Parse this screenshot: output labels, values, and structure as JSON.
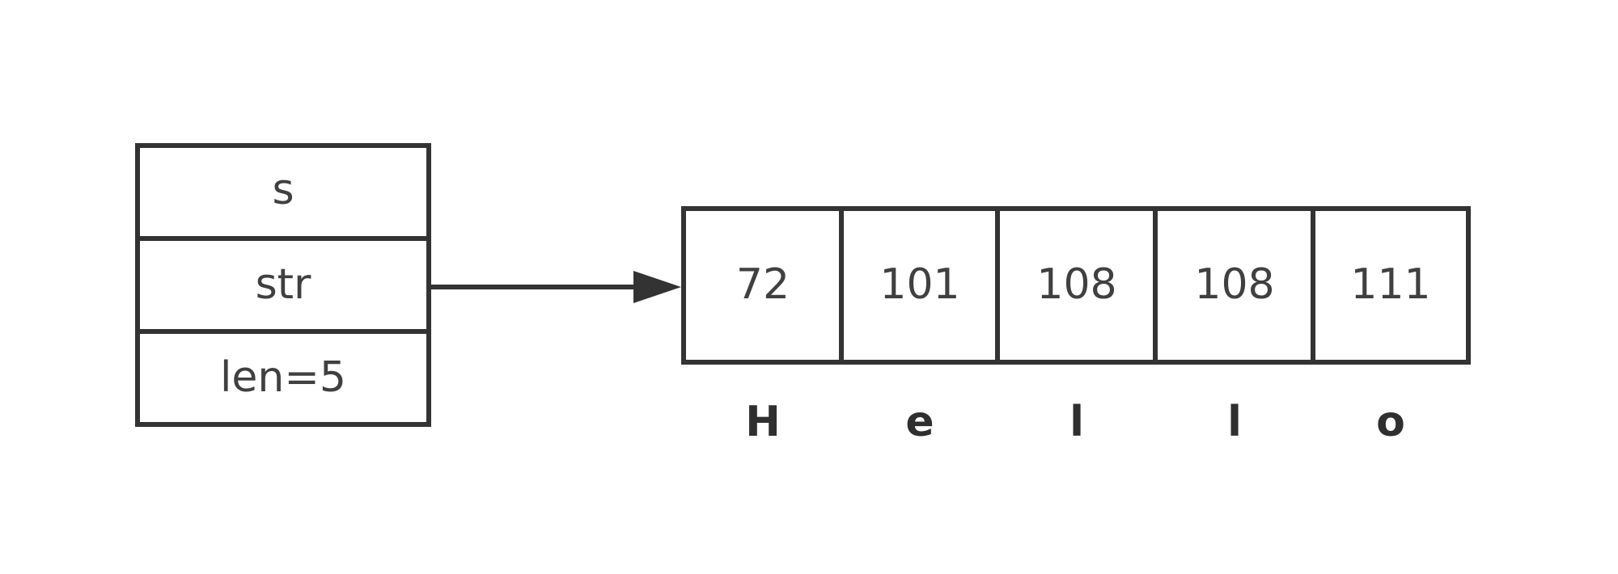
{
  "struct": {
    "fields": [
      "s",
      "str",
      "len=5"
    ]
  },
  "array": {
    "values": [
      "72",
      "101",
      "108",
      "108",
      "111"
    ],
    "chars": [
      "H",
      "e",
      "l",
      "l",
      "o"
    ]
  },
  "colors": {
    "stroke": "#333333",
    "text": "#404040",
    "background": "#ffffff"
  }
}
